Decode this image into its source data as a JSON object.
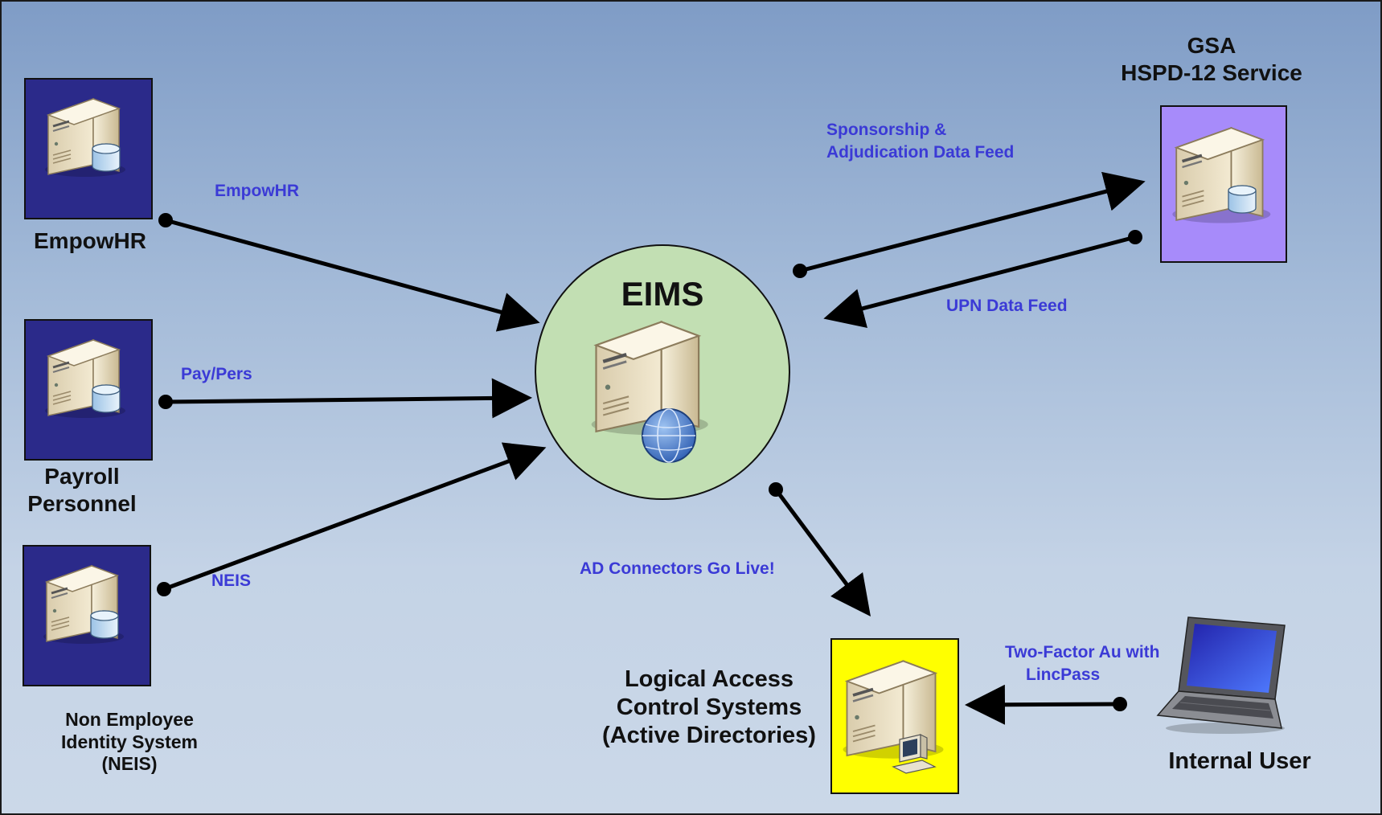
{
  "nodes": {
    "empowhr": {
      "label": "EmpowHR",
      "icon": "database-server-icon"
    },
    "payroll": {
      "label_line1": "Payroll",
      "label_line2": "Personnel",
      "icon": "database-server-icon"
    },
    "neis": {
      "label_line1": "Non Employee",
      "label_line2": "Identity System",
      "label_line3": "(NEIS)",
      "icon": "database-server-icon"
    },
    "eims": {
      "label": "EIMS",
      "icon": "web-server-icon"
    },
    "gsa": {
      "label_line1": "GSA",
      "label_line2": "HSPD-12 Service",
      "icon": "database-server-icon"
    },
    "lacs": {
      "label_line1": "Logical Access",
      "label_line2": "Control Systems",
      "label_line3": "(Active Directories)",
      "icon": "workstation-server-icon"
    },
    "internal_user": {
      "label": "Internal User",
      "icon": "laptop-icon"
    }
  },
  "flows": {
    "empowhr": "EmpowHR",
    "paypers": "Pay/Pers",
    "neis": "NEIS",
    "sponsorship_line1": "Sponsorship &",
    "sponsorship_line2": "Adjudication Data Feed",
    "upn": "UPN Data Feed",
    "ad_connectors": "AD Connectors Go Live!",
    "twofactor_line1": "Two-Factor Au with",
    "twofactor_line2": "LincPass"
  },
  "colors": {
    "source_box": "#2b2a8a",
    "gsa_box": "#a78bfa",
    "lacs_box": "#ffff00",
    "eims_circle": "#c2dfb3",
    "flow_label": "#3b3ad6"
  }
}
